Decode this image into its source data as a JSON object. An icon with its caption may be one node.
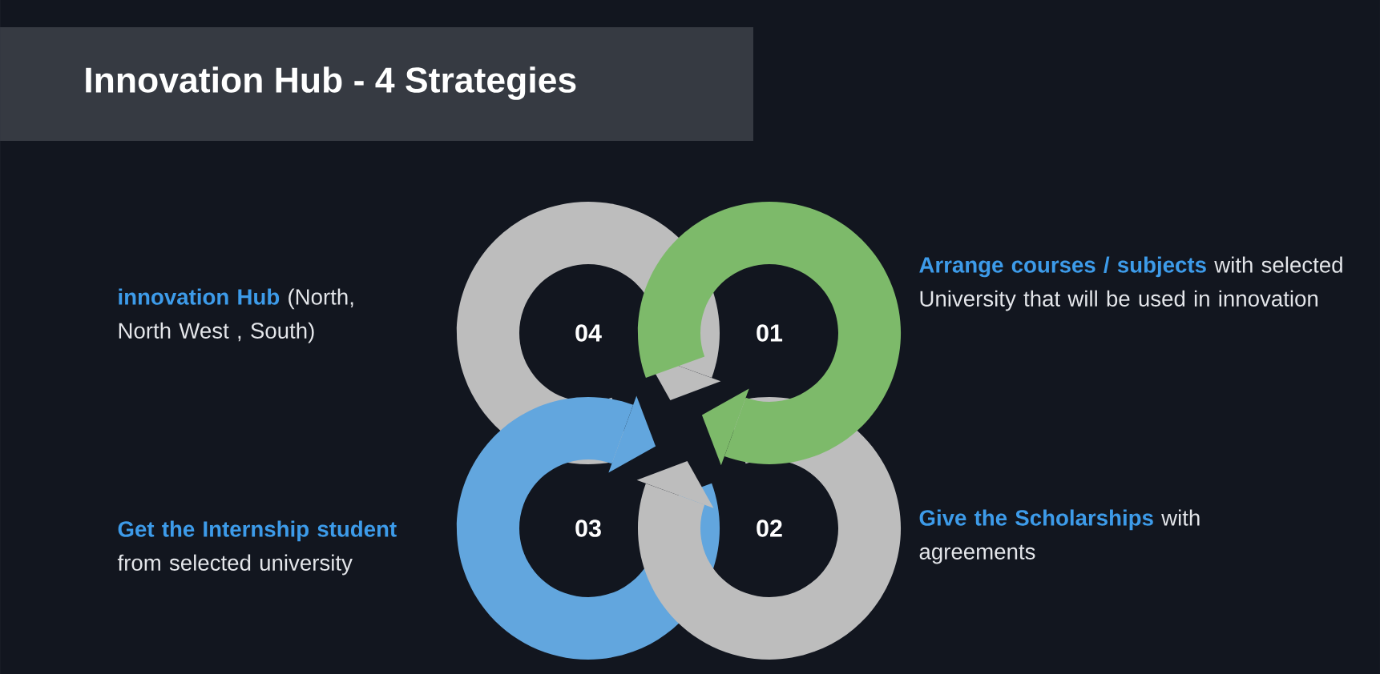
{
  "diagram": {
    "title": "Innovation Hub - 4 Strategies",
    "nodes": [
      {
        "text": [
          "01"
        ]
      },
      {
        "text": [
          "02"
        ]
      },
      {
        "text": [
          "03"
        ]
      },
      {
        "text": [
          "04"
        ]
      }
    ],
    "labels": [
      "**innovation Hub** (North, North West , South)",
      "**Arrange courses / subjects** with selected University that will be used in innovation",
      "**Get the Internship student** from selected university",
      "**Give the Scholarships** with agreements"
    ]
  }
}
